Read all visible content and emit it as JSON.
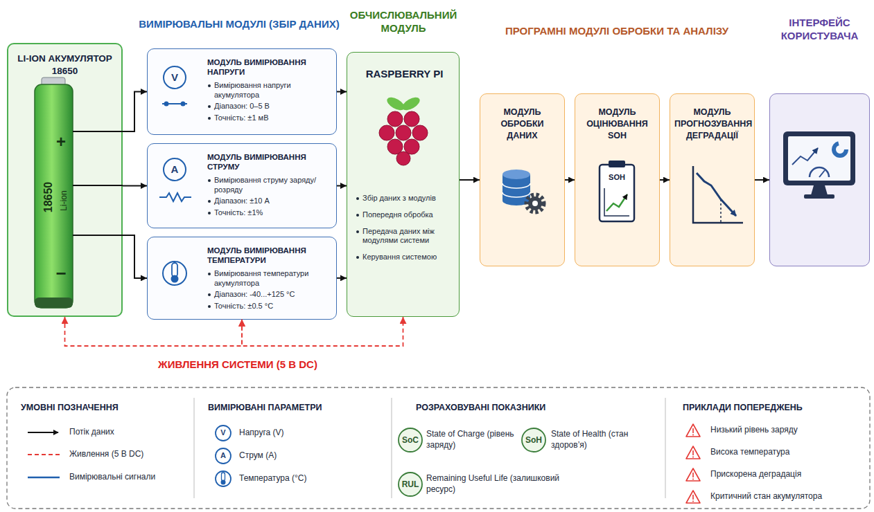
{
  "diagram": {
    "nodes": [
      {
        "text": [
          "LI-ION АКУМУЛЯТОР 18650"
        ]
      },
      {
        "text": [
          "МОДУЛЬ ВИМІРЮВАННЯ НАПРУГИ",
          "Вимірювання напруги акумулятора",
          "Діапазон: 0–5 В",
          "Точність: ±1 мВ"
        ]
      },
      {
        "text": [
          "МОДУЛЬ ВИМІРЮВАННЯ СТРУМУ",
          "Вимірювання струму заряду/розряду",
          "Діапазон: ±10 А",
          "Точність: ±1%"
        ]
      },
      {
        "text": [
          "МОДУЛЬ ВИМІРЮВАННЯ ТЕМПЕРАТУРИ",
          "Вимірювання температури акумулятора",
          "Діапазон: -40...+125 °C",
          "Точність: ±0.5 °C"
        ]
      },
      {
        "text": [
          "RASPBERRY PI",
          "Збір даних з модулів",
          "Попередня обробка",
          "Передача даних між модулями системи",
          "Керування системою"
        ]
      },
      {
        "text": [
          "МОДУЛЬ ОБРОБКИ ДАНИХ"
        ]
      },
      {
        "text": [
          "МОДУЛЬ ОЦІНЮВАННЯ SOH"
        ]
      },
      {
        "text": [
          "МОДУЛЬ ПРОГНОЗУВАННЯ ДЕГРАДАЦІЇ"
        ]
      },
      {
        "text": [
          "ІНТЕРФЕЙС КОРИСТУВАЧА"
        ]
      }
    ],
    "edges": [
      {
        "from": 0,
        "to": 1,
        "arrow": "to"
      },
      {
        "from": 0,
        "to": 2,
        "arrow": "to"
      },
      {
        "from": 0,
        "to": 3,
        "arrow": "to"
      },
      {
        "from": 1,
        "to": 4,
        "arrow": "to"
      },
      {
        "from": 2,
        "to": 4,
        "arrow": "to"
      },
      {
        "from": 3,
        "to": 4,
        "arrow": "to"
      },
      {
        "from": 4,
        "to": 5,
        "arrow": "to"
      },
      {
        "from": 5,
        "to": 6,
        "arrow": "to"
      },
      {
        "from": 6,
        "to": 7,
        "arrow": "to"
      },
      {
        "from": 7,
        "to": 8,
        "arrow": "to"
      },
      {
        "from": 0,
        "to": 3,
        "arrow": "both"
      },
      {
        "from": 3,
        "to": 4,
        "arrow": "both"
      }
    ],
    "labels": [
      "ВИМІРЮВАЛЬНІ МОДУЛІ (ЗБІР ДАНИХ)",
      "ОБЧИСЛЮВАЛЬНИЙ МОДУЛЬ",
      "ПРОГРАМНІ МОДУЛІ ОБРОБКИ ТА АНАЛІЗУ",
      "+",
      "18650",
      "Li-ion",
      "−",
      "V",
      "A",
      "SOH",
      "ЖИВЛЕННЯ СИСТЕМИ (5 В DC)",
      "УМОВНІ ПОЗНАЧЕННЯ",
      "ВИМІРЮВАНІ ПАРАМЕТРИ",
      "V",
      "A",
      "РОЗРАХОВУВАНІ ПОКАЗНИКИ",
      "SoC",
      "SoH",
      "RUL",
      "ПРИКЛАДИ ПОПЕРЕДЖЕНЬ"
    ],
    "legend": [
      {
        "text": "Потік даних"
      },
      {
        "text": "Живлення (5 В DC)"
      },
      {
        "text": "Вимірювальні сигнали"
      },
      {
        "text": "Напруга (V)"
      },
      {
        "text": "Струм (A)"
      },
      {
        "text": "Температура (°C)"
      },
      {
        "text": "State of Charge (рівень заряду)"
      },
      {
        "text": "State of Health (стан здоров’я)"
      },
      {
        "text": "Remaining Useful Life (залишковий ресурс)"
      },
      {
        "text": "Низький рівень заряду"
      },
      {
        "text": "Висока температура"
      },
      {
        "text": "Прискорена деградація"
      },
      {
        "text": "Критичний стан акумулятора"
      }
    ]
  }
}
